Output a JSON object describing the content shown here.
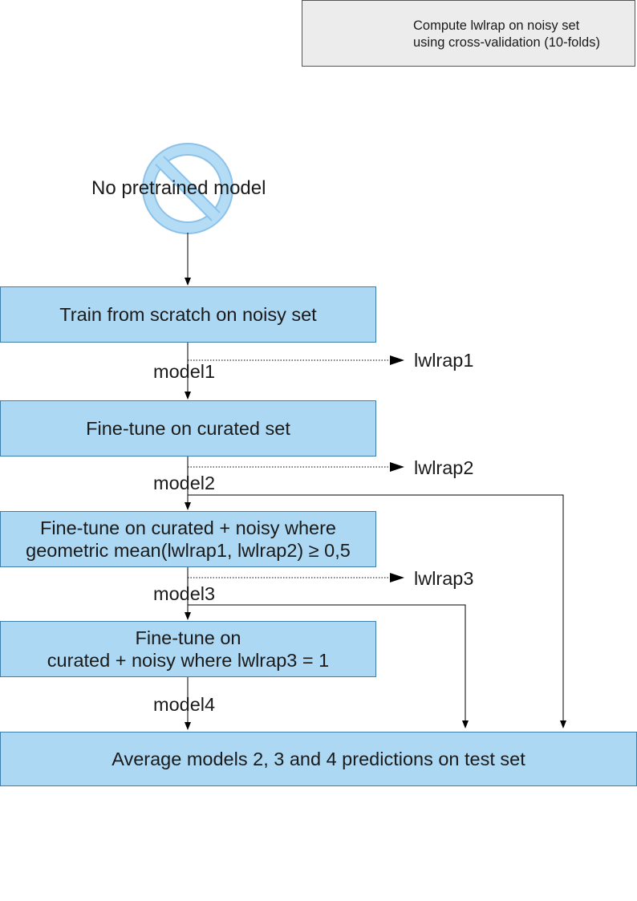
{
  "legend": {
    "line1": "Compute lwlrap on noisy set",
    "line2": "using cross-validation (10-folds)"
  },
  "start": {
    "label": "No pretrained model",
    "icon": "prohibited-icon"
  },
  "steps": {
    "train": "Train from scratch on noisy set",
    "finetune_curated": "Fine-tune on curated set",
    "finetune_geo_line1": "Fine-tune on curated + noisy where",
    "finetune_geo_line2": "geometric mean(lwlrap1, lwlrap2) ≥ 0,5",
    "finetune_lw3_line1": "Fine-tune on",
    "finetune_lw3_line2": "curated + noisy where lwlrap3 = 1",
    "average": "Average models 2, 3 and 4 predictions on test set"
  },
  "models": {
    "model1": "model1",
    "model2": "model2",
    "model3": "model3",
    "model4": "model4"
  },
  "metrics": {
    "lwlrap1": "lwlrap1",
    "lwlrap2": "lwlrap2",
    "lwlrap3": "lwlrap3"
  },
  "colors": {
    "box_fill": "#add8f3",
    "box_border": "#3f7fab",
    "icon_fill": "#b4dcf5",
    "icon_stroke": "#8cc2ea",
    "legend_fill": "#ececec",
    "line": "#000000"
  }
}
